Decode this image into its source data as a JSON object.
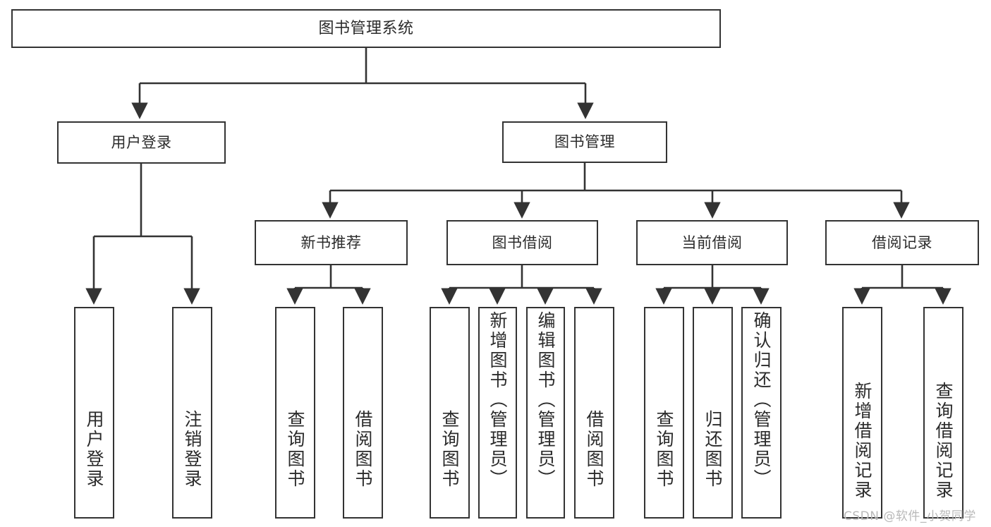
{
  "diagram": {
    "title": "图书管理系统",
    "type": "tree",
    "orientation": "top-down",
    "colors": {
      "box_border": "#333333",
      "box_fill": "#ffffff",
      "edge": "#333333",
      "text": "#2b2b2b",
      "watermark": "#b9b9b9",
      "background": "#ffffff"
    }
  },
  "nodes": {
    "root": {
      "label": "图书管理系统"
    },
    "level1": [
      {
        "label": "用户登录"
      },
      {
        "label": "图书管理"
      }
    ],
    "level2": [
      {
        "label": "新书推荐"
      },
      {
        "label": "图书借阅"
      },
      {
        "label": "当前借阅"
      },
      {
        "label": "借阅记录"
      }
    ],
    "leaves": {
      "user_login": [
        {
          "label": "用户登录"
        },
        {
          "label": "注销登录"
        }
      ],
      "new_book_recommend": [
        {
          "label": "查询图书"
        },
        {
          "label": "借阅图书"
        }
      ],
      "book_borrow": [
        {
          "label": "查询图书"
        },
        {
          "label": "新增图书（管理员）"
        },
        {
          "label": "编辑图书（管理员）"
        },
        {
          "label": "借阅图书"
        }
      ],
      "current_borrow": [
        {
          "label": "查询图书"
        },
        {
          "label": "归还图书"
        },
        {
          "label": "确认归还（管理员）"
        }
      ],
      "borrow_record": [
        {
          "label": "新增借阅记录"
        },
        {
          "label": "查询借阅记录"
        }
      ]
    }
  },
  "watermark": {
    "text": "CSDN @软件_小贺同学"
  }
}
